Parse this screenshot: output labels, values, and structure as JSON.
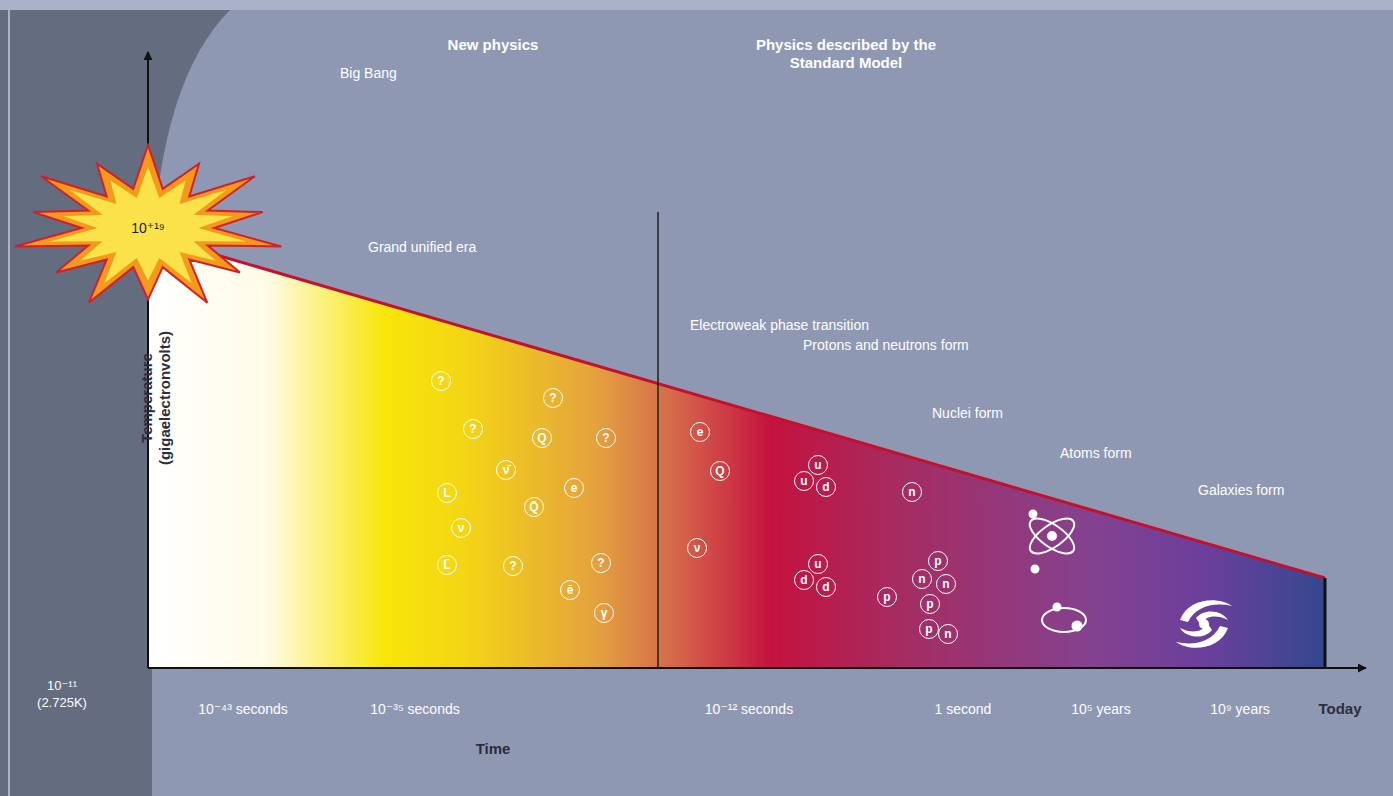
{
  "diagram": {
    "nodes": [
      {
        "text": [
          "10⁺¹⁹"
        ]
      },
      {
        "text": [
          "?"
        ]
      },
      {
        "text": [
          "?"
        ]
      },
      {
        "text": [
          "?"
        ]
      },
      {
        "text": [
          "Q"
        ]
      },
      {
        "text": [
          "?"
        ]
      },
      {
        "text": [
          "ν̄"
        ]
      },
      {
        "text": [
          "L"
        ]
      },
      {
        "text": [
          "e"
        ]
      },
      {
        "text": [
          "Q̄"
        ]
      },
      {
        "text": [
          "ν"
        ]
      },
      {
        "text": [
          "L̄"
        ]
      },
      {
        "text": [
          "?"
        ]
      },
      {
        "text": [
          "?"
        ]
      },
      {
        "text": [
          "ē"
        ]
      },
      {
        "text": [
          "γ"
        ]
      },
      {
        "text": [
          "e"
        ]
      },
      {
        "text": [
          "Q"
        ]
      },
      {
        "text": [
          "ν"
        ]
      },
      {
        "text": [
          "u"
        ]
      },
      {
        "text": [
          "u"
        ]
      },
      {
        "text": [
          "d"
        ]
      },
      {
        "text": [
          "u"
        ]
      },
      {
        "text": [
          "d"
        ]
      },
      {
        "text": [
          "d"
        ]
      },
      {
        "text": [
          "n"
        ]
      },
      {
        "text": [
          "p"
        ]
      },
      {
        "text": [
          "n"
        ]
      },
      {
        "text": [
          "n"
        ]
      },
      {
        "text": [
          "p"
        ]
      },
      {
        "text": [
          "p"
        ]
      },
      {
        "text": [
          "p"
        ]
      },
      {
        "text": [
          "n"
        ]
      }
    ],
    "labels": [
      "New physics",
      "Physics described by the Standard Model",
      "Big Bang",
      "Grand unified era",
      "Electroweak phase transition",
      "Protons and neutrons form",
      "Nuclei form",
      "Atoms form",
      "Galaxies form",
      "Temperature (gigaelectronvolts)",
      "10⁻¹¹",
      "(2.725K)",
      "10⁻⁴³ seconds",
      "10⁻³⁵ seconds",
      "10⁻¹² seconds",
      "1 second",
      "10⁵ years",
      "10⁹ years",
      "Today",
      "Time"
    ]
  }
}
